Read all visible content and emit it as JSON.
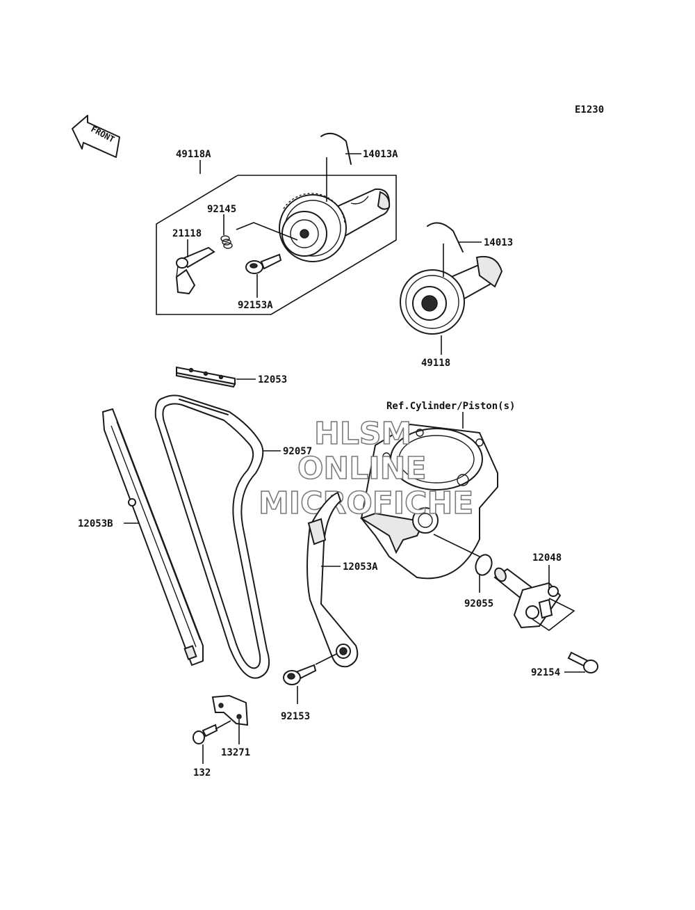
{
  "diagram_code": "E1230",
  "front_arrow": {
    "text": "FRONT"
  },
  "watermark": {
    "line1": "HLSM",
    "line2": "ONLINE",
    "line3": "MICROFICHE"
  },
  "labels": {
    "p14013A": "14013A",
    "p49118A": "49118A",
    "p92145": "92145",
    "p21118": "21118",
    "p92153A": "92153A",
    "p14013": "14013",
    "p49118": "49118",
    "p12053": "12053",
    "p92057": "92057",
    "p12053B": "12053B",
    "refCylinder": "Ref.Cylinder/Piston(s)",
    "p12053A": "12053A",
    "p12048": "12048",
    "p92055": "92055",
    "p92154": "92154",
    "p92153": "92153",
    "p13271": "13271",
    "p132": "132"
  },
  "colors": {
    "ink": "#1a1a1a",
    "background": "#ffffff",
    "watermark_stroke": "#7a7a7a"
  }
}
